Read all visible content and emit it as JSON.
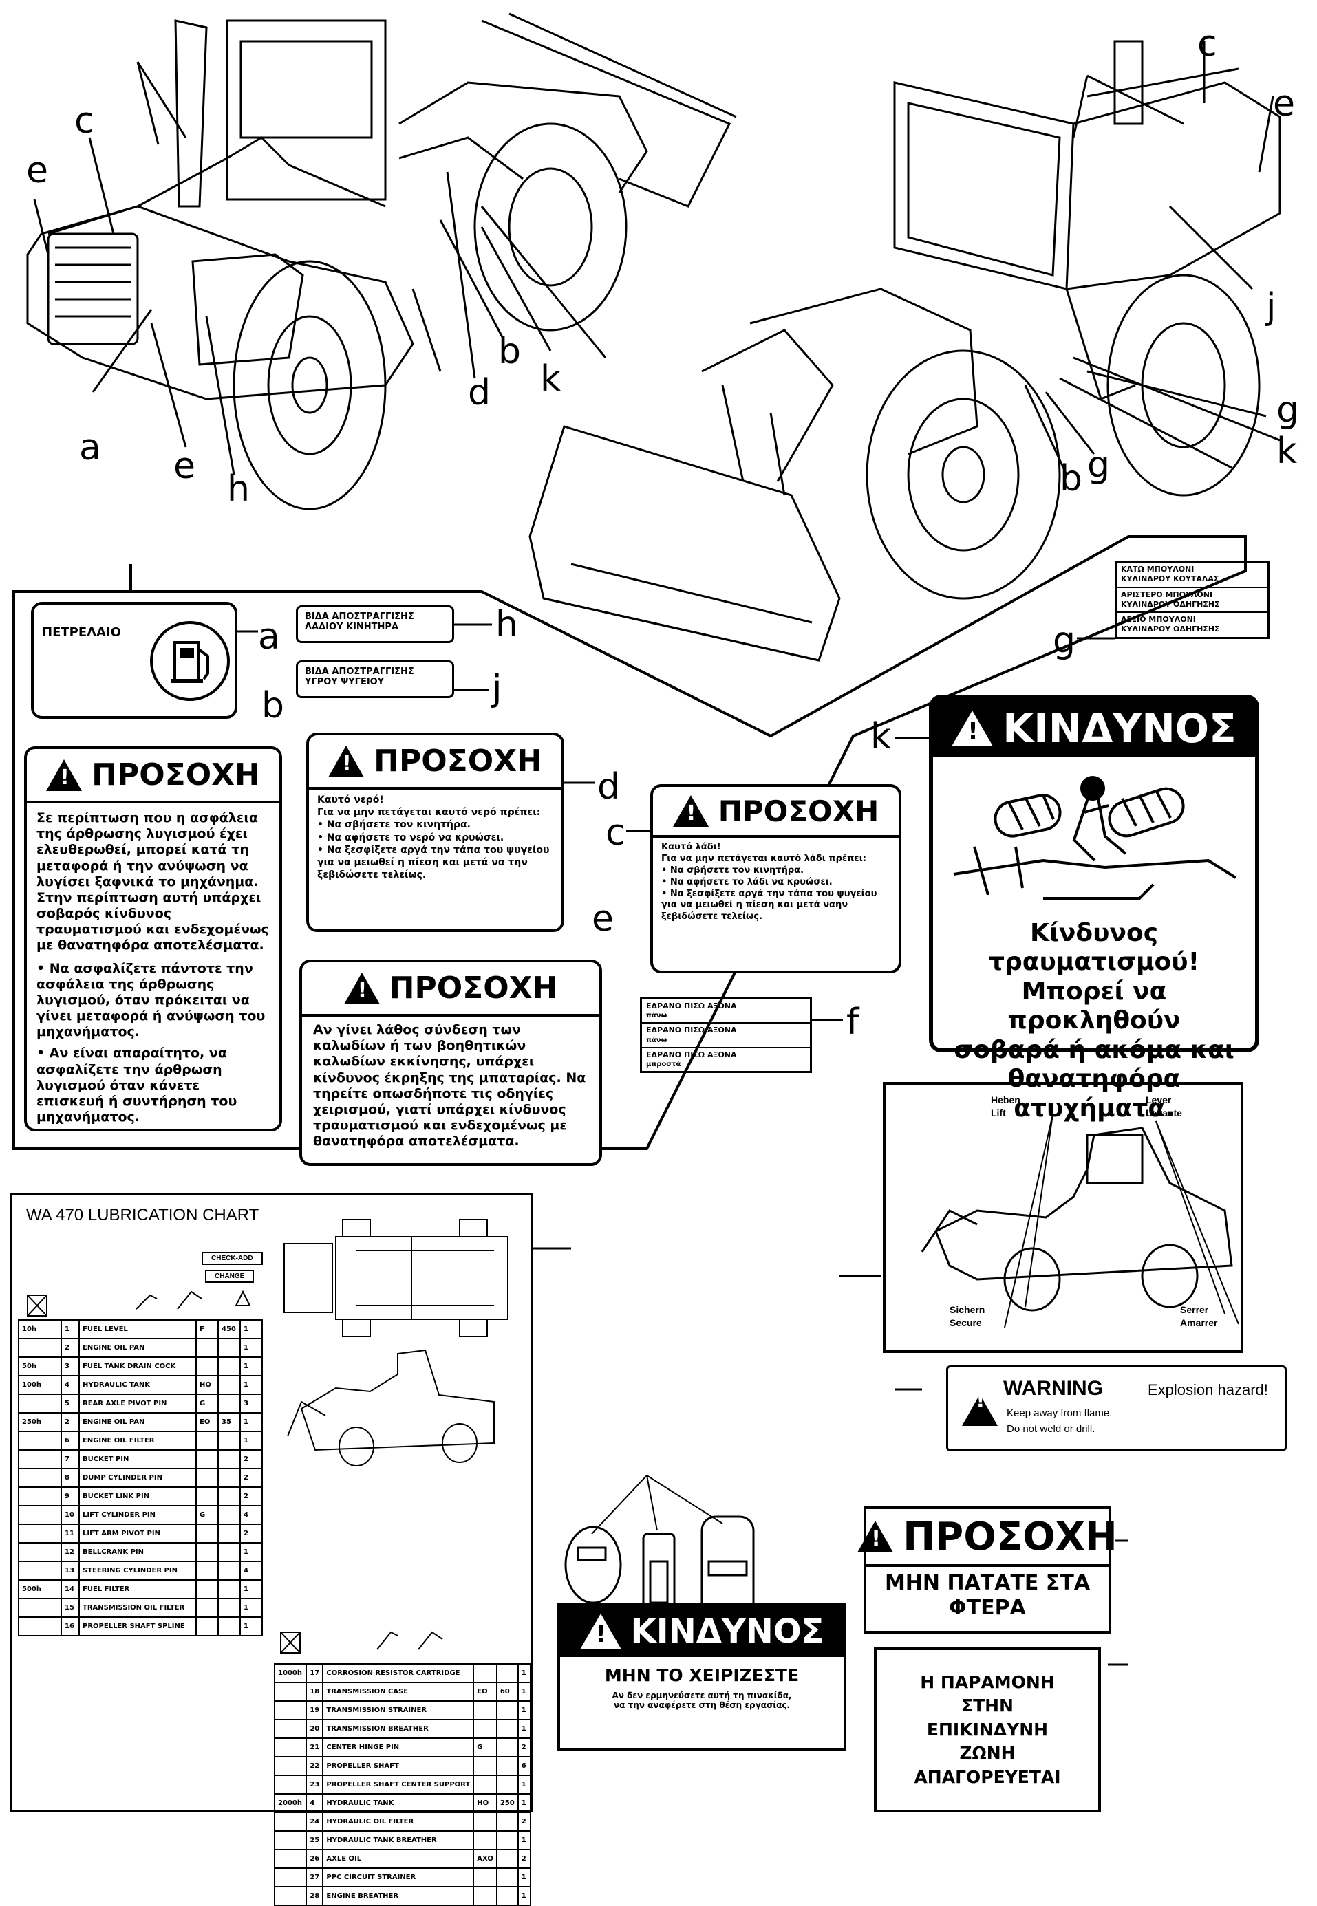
{
  "callouts": {
    "c1": "c",
    "e1": "e",
    "a1": "a",
    "e2": "e",
    "h1": "h",
    "b1": "b",
    "d1": "d",
    "k1": "k",
    "c2": "c",
    "e3": "e",
    "j1": "j",
    "g1": "g",
    "k2": "k",
    "b2": "b",
    "g2": "g",
    "a_lbl": "a",
    "h_lbl": "h",
    "j_lbl": "j",
    "b_lbl": "b",
    "d_lbl": "d",
    "c_lbl": "c",
    "e_lbl": "e",
    "f_lbl": "f",
    "g_lbl": "g",
    "k_lbl": "k"
  },
  "decal_a": {
    "text": "ΠΕΤΡΕΛΑΙΟ"
  },
  "decal_h": {
    "line1": "ΒΙΔΑ ΑΠΟΣΤΡΑΓΓΙΣΗΣ",
    "line2": "ΛΑΔΙΟΥ ΚΙΝΗΤΗΡΑ"
  },
  "decal_j": {
    "line1": "ΒΙΔΑ ΑΠΟΣΤΡΑΓΓΙΣΗΣ",
    "line2": "ΥΓΡΟΥ ΨΥΓΕΙΟΥ"
  },
  "decal_g": {
    "rows": [
      [
        "ΚΑΤΩ ΜΠΟΥΛΟΝΙ",
        "ΚΥΛΙΝΔΡΟΥ ΚΟΥΤΑΛΑΣ"
      ],
      [
        "ΑΡΙΣΤΕΡΟ ΜΠΟΥΛΟΝΙ",
        "ΚΥΛΙΝΔΡΟΥ ΟΔΗΓΗΣΗΣ"
      ],
      [
        "ΔΕΞΙΟ ΜΠΟΥΛΟΝΙ",
        "ΚΥΛΙΝΔΡΟΥ ΟΔΗΓΗΣΗΣ"
      ]
    ]
  },
  "decal_b": {
    "title": "ΠΡΟΣΟΧΗ",
    "body": "Σε περίπτωση που η ασφάλεια της άρθρωσης λυγισμού έχει ελευθερωθεί, μπορεί κατά τη μεταφορά ή την ανύψωση να λυγίσει ξαφνικά το μηχάνημα. Στην περίπτωση αυτή υπάρχει σοβαρός κίνδυνος τραυματισμού και ενδεχομένως με θανατηφόρα αποτελέσματα.",
    "bullet1": "Να ασφαλίζετε πάντοτε την ασφάλεια της άρθρωσης λυγισμού, όταν πρόκειται να γίνει μεταφορά ή ανύψωση του μηχανήματος.",
    "bullet2": "Αν είναι απαραίτητο, να ασφαλίζετε την άρθρωση λυγισμού όταν κάνετε επισκευή ή συντήρηση του μηχανήματος."
  },
  "decal_d": {
    "title": "ΠΡΟΣΟΧΗ",
    "line1": "Καυτό νερό!",
    "line2": "Για να μην πετάγεται καυτό νερό πρέπει:",
    "b1": "Να σβήσετε τον κινητήρα.",
    "b2": "Να αφήσετε το νερό να κρυώσει.",
    "b3": "Να ξεσφίξετε αργά την τάπα του ψυγείου για να μειωθεί η πίεση και μετά να την ξεβιδώσετε τελείως."
  },
  "decal_c": {
    "title": "ΠΡΟΣΟΧΗ",
    "line1": "Καυτό λάδι!",
    "line2": "Για να μην πετάγεται καυτό λάδι πρέπει:",
    "b1": "Να σβήσετε τον κινητήρα.",
    "b2": "Να αφήσετε το λάδι να κρυώσει.",
    "b3": "Να ξεσφίξετε αργά την τάπα του ψυγείου για να μειωθεί η πίεση και μετά ναην ξεβιδώσετε τελείως."
  },
  "decal_e": {
    "title": "ΠΡΟΣΟΧΗ",
    "body": "Αν γίνει λάθος σύνδεση των καλωδίων ή των βοηθητικών καλωδίων εκκίνησης, υπάρχει κίνδυνος έκρηξης της μπαταρίας. Να τηρείτε οπωσδήποτε τις οδηγίες χειρισμού, γιατί υπάρχει κίνδυνος τραυματισμού και ενδεχομένως με θανατηφόρα αποτελέσματα."
  },
  "decal_f": {
    "rows": [
      [
        "ΕΔΡΑΝΟ ΠΙΣΩ ΑΞΟΝΑ",
        "πάνω"
      ],
      [
        "ΕΔΡΑΝΟ ΠΙΣΩ ΑΞΟΝΑ",
        "πάνω"
      ],
      [
        "ΕΔΡΑΝΟ ΠΙΣΩ ΑΞΟΝΑ",
        "μπροστά"
      ]
    ]
  },
  "decal_k": {
    "title": "ΚΙΝΔΥΝΟΣ",
    "line1": "Κίνδυνος τραυματισμού!",
    "line2": "Μπορεί να προκληθούν",
    "line3": "σοβαρά ή ακόμα και",
    "line4": "θανατηφόρα ατυχήματα."
  },
  "lift_decal": {
    "lift1": "Heben",
    "lift2": "Lift",
    "lever1": "Lever",
    "lever2": "Levante",
    "secure1": "Sichern",
    "secure2": "Secure",
    "serrer1": "Serrer",
    "serrer2": "Amarrer"
  },
  "warning_decal": {
    "title": "WARNING",
    "hazard": "Explosion hazard!",
    "line1": "Keep away from flame.",
    "line2": "Do not weld or drill."
  },
  "prosoxi_fenders": {
    "title": "ΠΡΟΣΟΧΗ",
    "line1": "ΜΗΝ ΠΑΤΑΤΕ ΣΤΑ",
    "line2": "ΦΤΕΡΑ"
  },
  "danger_zone": {
    "line1": "Η ΠΑΡΑΜΟΝΗ",
    "line2": "ΣΤΗΝ",
    "line3": "ΕΠΙΚΙΝΔΥΝΗ",
    "line4": "ΖΩΝΗ",
    "line5": "ΑΠΑΓΟΡΕΥΕΤΑΙ"
  },
  "kindynos_handle": {
    "title": "ΚΙΝΔΥΝΟΣ",
    "line1": "ΜΗΝ ΤΟ ΧΕΙΡΙΖΕΣΤΕ",
    "line2": "Αν δεν ερμηνεύσετε αυτή τη πινακίδα,",
    "line3": "να την αναφέρετε στη θέση εργασίας."
  },
  "lub_chart": {
    "title": "WA 470 LUBRICATION CHART",
    "check": "CHECK-ADD",
    "change": "CHANGE",
    "left_rows": [
      {
        "int": "10h",
        "no": "1",
        "item": "FUEL LEVEL",
        "a": "F",
        "b": "450",
        "c": "1"
      },
      {
        "int": "",
        "no": "2",
        "item": "ENGINE OIL PAN",
        "a": "",
        "b": "",
        "c": "1"
      },
      {
        "int": "50h",
        "no": "3",
        "item": "FUEL TANK DRAIN COCK",
        "a": "",
        "b": "",
        "c": "1"
      },
      {
        "int": "100h",
        "no": "4",
        "item": "HYDRAULIC TANK",
        "a": "HO",
        "b": "",
        "c": "1"
      },
      {
        "int": "",
        "no": "5",
        "item": "REAR AXLE PIVOT PIN",
        "a": "G",
        "b": "",
        "c": "3"
      },
      {
        "int": "250h",
        "no": "2",
        "item": "ENGINE OIL PAN",
        "a": "EO",
        "b": "35",
        "c": "1"
      },
      {
        "int": "",
        "no": "6",
        "item": "ENGINE OIL FILTER",
        "a": "",
        "b": "",
        "c": "1"
      },
      {
        "int": "",
        "no": "7",
        "item": "BUCKET PIN",
        "a": "",
        "b": "",
        "c": "2"
      },
      {
        "int": "",
        "no": "8",
        "item": "DUMP CYLINDER PIN",
        "a": "",
        "b": "",
        "c": "2"
      },
      {
        "int": "",
        "no": "9",
        "item": "BUCKET LINK PIN",
        "a": "",
        "b": "",
        "c": "2"
      },
      {
        "int": "",
        "no": "10",
        "item": "LIFT CYLINDER PIN",
        "a": "G",
        "b": "",
        "c": "4"
      },
      {
        "int": "",
        "no": "11",
        "item": "LIFT ARM PIVOT PIN",
        "a": "",
        "b": "",
        "c": "2"
      },
      {
        "int": "",
        "no": "12",
        "item": "BELLCRANK PIN",
        "a": "",
        "b": "",
        "c": "1"
      },
      {
        "int": "",
        "no": "13",
        "item": "STEERING CYLINDER PIN",
        "a": "",
        "b": "",
        "c": "4"
      },
      {
        "int": "500h",
        "no": "14",
        "item": "FUEL FILTER",
        "a": "",
        "b": "",
        "c": "1"
      },
      {
        "int": "",
        "no": "15",
        "item": "TRANSMISSION OIL FILTER",
        "a": "",
        "b": "",
        "c": "1"
      },
      {
        "int": "",
        "no": "16",
        "item": "PROPELLER SHAFT SPLINE",
        "a": "",
        "b": "",
        "c": "1"
      }
    ],
    "right_rows": [
      {
        "int": "1000h",
        "no": "17",
        "item": "CORROSION RESISTOR CARTRIDGE",
        "a": "",
        "b": "",
        "c": "1"
      },
      {
        "int": "",
        "no": "18",
        "item": "TRANSMISSION CASE",
        "a": "EO",
        "b": "60",
        "c": "1"
      },
      {
        "int": "",
        "no": "19",
        "item": "TRANSMISSION STRAINER",
        "a": "",
        "b": "",
        "c": "1"
      },
      {
        "int": "",
        "no": "20",
        "item": "TRANSMISSION BREATHER",
        "a": "",
        "b": "",
        "c": "1"
      },
      {
        "int": "",
        "no": "21",
        "item": "CENTER HINGE PIN",
        "a": "G",
        "b": "",
        "c": "2"
      },
      {
        "int": "",
        "no": "22",
        "item": "PROPELLER SHAFT",
        "a": "",
        "b": "",
        "c": "6"
      },
      {
        "int": "",
        "no": "23",
        "item": "PROPELLER SHAFT CENTER SUPPORT",
        "a": "",
        "b": "",
        "c": "1"
      },
      {
        "int": "2000h",
        "no": "4",
        "item": "HYDRAULIC TANK",
        "a": "HO",
        "b": "250",
        "c": "1"
      },
      {
        "int": "",
        "no": "24",
        "item": "HYDRAULIC OIL FILTER",
        "a": "",
        "b": "",
        "c": "2"
      },
      {
        "int": "",
        "no": "25",
        "item": "HYDRAULIC TANK BREATHER",
        "a": "",
        "b": "",
        "c": "1"
      },
      {
        "int": "",
        "no": "26",
        "item": "AXLE OIL",
        "a": "AXO",
        "b": "",
        "c": "2"
      },
      {
        "int": "",
        "no": "27",
        "item": "PPC CIRCUIT STRAINER",
        "a": "",
        "b": "",
        "c": "1"
      },
      {
        "int": "",
        "no": "28",
        "item": "ENGINE BREATHER",
        "a": "",
        "b": "",
        "c": "1"
      }
    ]
  },
  "colors": {
    "ink": "#000000",
    "paper": "#ffffff"
  },
  "icons": [
    "fuel-pump-icon",
    "warning-triangle-icon",
    "crush-hazard-icon",
    "oil-can-icon",
    "grease-gun-icon",
    "lift-arrow-icon"
  ]
}
